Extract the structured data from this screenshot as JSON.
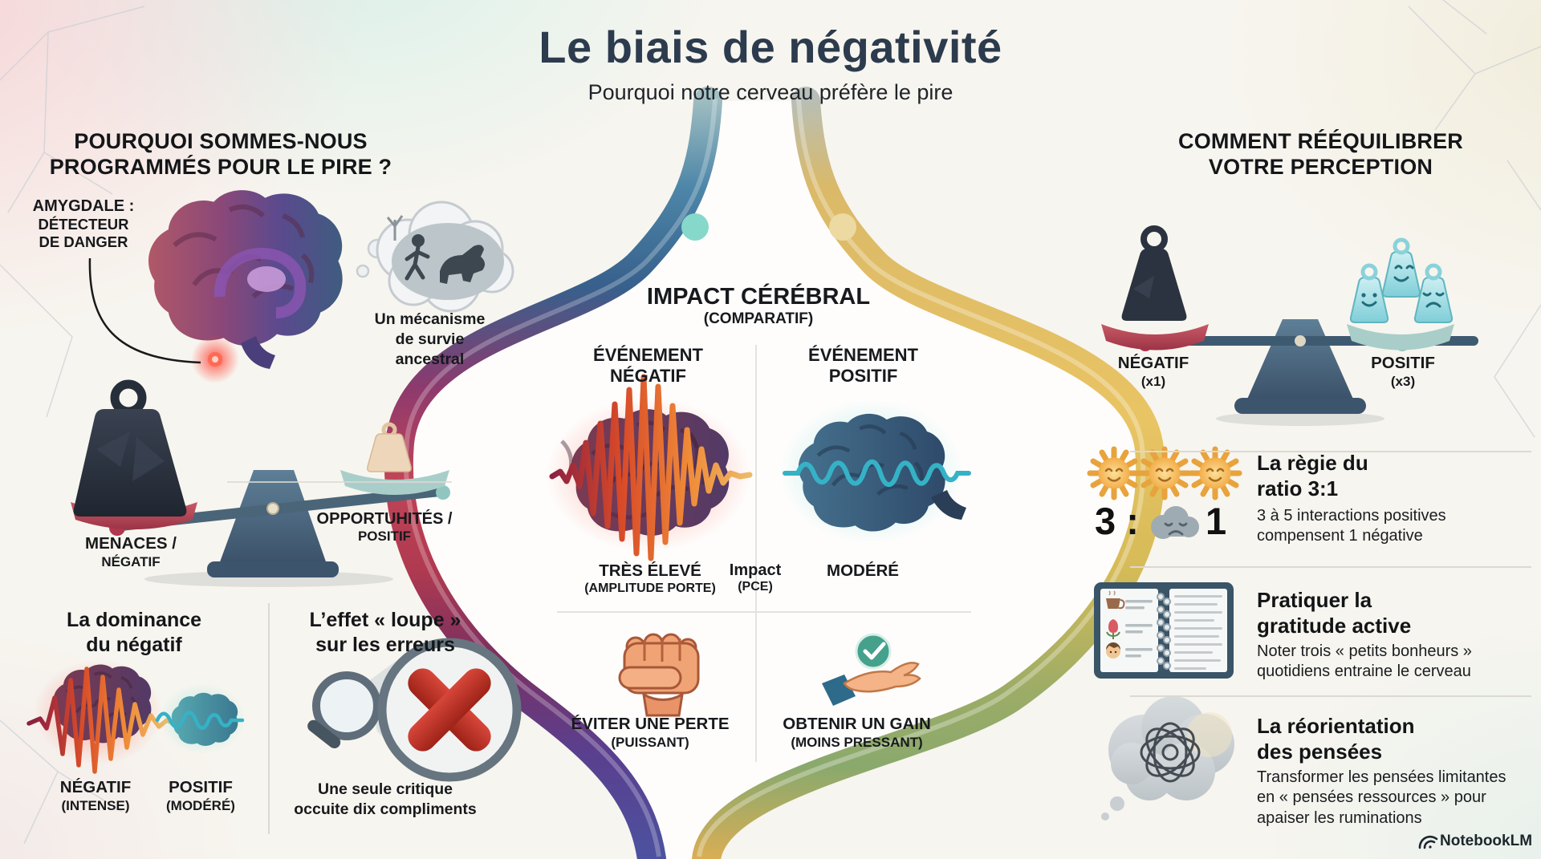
{
  "header": {
    "title": "Le biais de négativité",
    "subtitle": "Pourquoi notre cerveau préfère le pire"
  },
  "left": {
    "header": "POURQUOI SOMMES-NOUS\nPROGRAMMÉS POUR LE PIRE ?",
    "amygdala": {
      "title": "AMYGDALE :",
      "sub": "DÉTECTEUR\nDE DANGER"
    },
    "survival": "Un mécanisme\nde survie\nancestral",
    "seesaw": {
      "neg": "MENACES /",
      "neg_sub": "NÉGATIF",
      "pos": "OPPORTUHITÉS /",
      "pos_sub": "POSITIF"
    },
    "dominance": {
      "title": "La dominance\ndu négatif",
      "neg": "NÉGATIF",
      "neg_sub": "(INTENSE)",
      "pos": "POSITIF",
      "pos_sub": "(MODÉRÉ)"
    },
    "loupe": {
      "title": "L’effet « loupe »\nsur les erreurs",
      "caption": "Une seule critique\noccuite dix compliments"
    }
  },
  "center": {
    "title": "IMPACT CÉRÉBRAL",
    "subtitle": "(COMPARATIF)",
    "neg_event": "ÉVÉNEMENT\nNÉGATIF",
    "pos_event": "ÉVÉNEMENT\nPOSITIF",
    "neg_level": "TRÈS ÉLEVÉ",
    "neg_level_sub": "(AMPLITUDE PORTE)",
    "impact": "Impact",
    "impact_sub": "(PCE)",
    "pos_level": "MODÉRÉ",
    "loss": "ÉVITER UNE PERTE",
    "loss_sub": "(PUISSANT)",
    "gain": "OBTENIR UN GAIN",
    "gain_sub": "(MOINS PRESSANT)"
  },
  "right": {
    "header": "COMMENT RÉÉQUILIBRER\nVOTRE PERCEPTION",
    "balance": {
      "neg": "NÉGATIF",
      "neg_sub": "(x1)",
      "pos": "POSITIF",
      "pos_sub": "(x3)"
    },
    "ratio": {
      "left_num": "3 :",
      "right_num": "1",
      "title": "La règie du\nratio 3:1",
      "body": "3 à 5 interactions positives\ncompensent 1 négative"
    },
    "gratitude": {
      "title": "Pratiquer la\ngratitude active",
      "body": "Noter trois « petits bonheurs »\nquotidiens entraine le cerveau"
    },
    "reorientation": {
      "title": "La réorientation\ndes pensées",
      "body": "Transformer les pensées limitantes\nen « pensées ressources » pour\napaiser les ruminations"
    }
  },
  "footer": {
    "brand": "NotebookLM"
  },
  "colors": {
    "title": "#2c3b4d",
    "negative_red": "#c0455c",
    "positive_teal": "#49b8b2",
    "wave_orange": "#e8862e",
    "wave_teal": "#38b4c8",
    "ribbon_left_crimson": "#c04458",
    "ribbon_right_gold": "#e8c365",
    "check_green": "#45a18c",
    "error_red": "#c0392b"
  },
  "icons": {
    "brain-icon": "svg-blob-brain",
    "amygdala-glow-icon": "red-radial-glow",
    "thought-bubble-icon": "cloud-with-caveman-and-predator",
    "seesaw-scale-icon": "tilted-two-pan-scale",
    "balance-scale-icon": "level-two-pan-scale",
    "weight-icon": "trapezoid-kettlebell",
    "magnifier-icon": "magnifying-glass",
    "error-x-icon": "red-cross-in-circle",
    "waveform-icon": "spiky-vs-gentle-wave",
    "fist-icon": "raised-fist",
    "open-hand-icon": "giving-hand",
    "check-icon": "green-circle-check",
    "sun-icon": "smiling-sun",
    "sad-cloud-icon": "gray-sad-cloud",
    "journal-icon": "open-spiral-notebook",
    "thought-cloud-icon": "tangled-scribble-cloud",
    "notebooklm-logo": "arc-swoosh"
  }
}
